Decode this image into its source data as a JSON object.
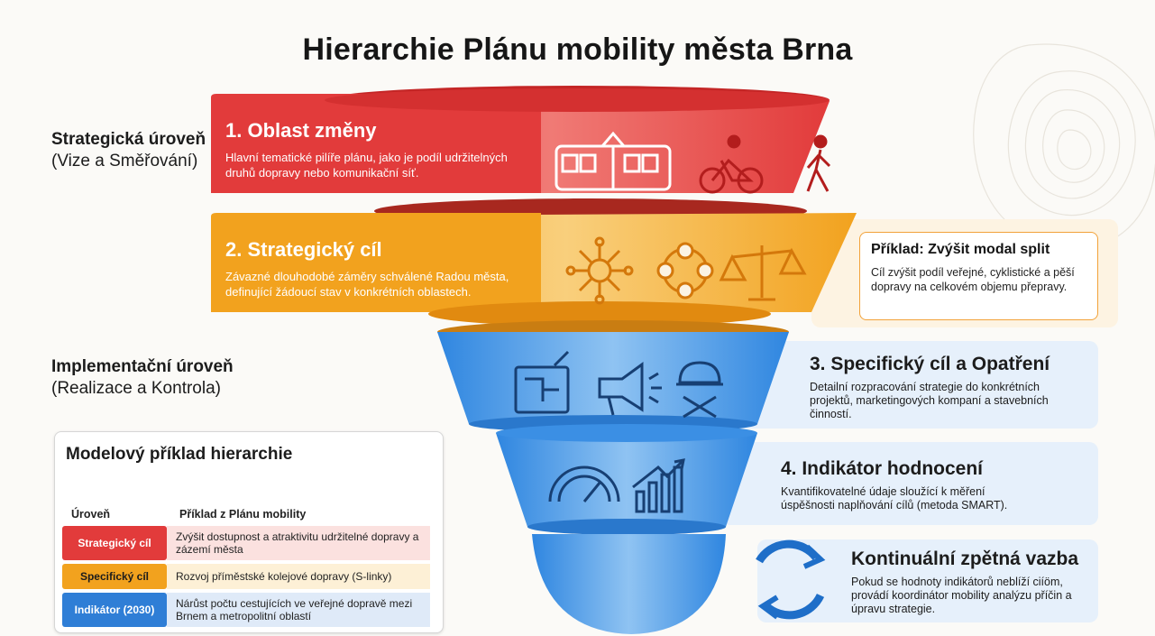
{
  "title": "Hierarchie Plánu mobility města Brna",
  "levels": {
    "strategic": {
      "line1": "Strategická úroveň",
      "line2": "(Vize a Směřování)"
    },
    "implementation": {
      "line1": "Implementační úroveň",
      "line2": "(Realizace a Kontrola)"
    }
  },
  "funnel": {
    "band1": {
      "heading": "1. Oblast změny",
      "text": "Hlavní tematické pilíře plánu, jako je podíl udržitelných druhů dopravy nebo komunikační síť.",
      "color": "#e23b3b",
      "icons": [
        "tram-icon",
        "cyclist-icon",
        "pedestrian-icon"
      ]
    },
    "band2": {
      "heading": "2. Strategický cíl",
      "text": "Závazné dlouhodobé záměry schválené Radou města, definující žádoucí stav v konkrétních oblastech.",
      "color": "#f2a21e",
      "icons": [
        "network-hub-icon",
        "transit-cycle-icon",
        "balance-scale-icon"
      ]
    },
    "band3": {
      "heading": "3. Specifický cíl a Opatření",
      "text": "Detailní rozpracování strategie do konkrétních projektů, marketingových kompaní a stavebních činností.",
      "color": "#2f86e0",
      "icons": [
        "blueprint-icon",
        "megaphone-icon",
        "construction-helmet-icon"
      ]
    },
    "band4": {
      "heading": "4. Indikátor hodnocení",
      "text": "Kvantifikovatelné údaje sloužící k měření úspěšnosti naplňování cílů (metoda SMART).",
      "color": "#2f86e0",
      "icons": [
        "gauge-icon",
        "growth-chart-icon"
      ]
    },
    "feedback": {
      "heading": "Kontinuální zpětná vazba",
      "text": "Pokud se hodnoty indikátorů neblíží ciíöm, provádí koordinátor mobility analýzu příčin a úpravu strategie.",
      "icons": [
        "refresh-cycle-icon"
      ]
    }
  },
  "example": {
    "heading": "Příklad: Zvýšit modal split",
    "text": "Cíl zvýšit podíl veřejné, cyklistické a pěší dopravy na celkovém objemu přepravy."
  },
  "model": {
    "title": "Modelový příklad hierarchie",
    "col1": "Úroveň",
    "col2": "Příklad z Plánu mobility",
    "rows": [
      {
        "level": "Strategický cíl",
        "text": "Zvýšit dostupnost a atraktivitu udržitelné dopravy a zázemí města",
        "tag_color": "#e23b3b",
        "bg": "#fbe1df",
        "tag_text_color": "#ffffff"
      },
      {
        "level": "Specifický cíl",
        "text": "Rozvoj příměstské kolejové dopravy (S-linky)",
        "tag_color": "#f2a21e",
        "bg": "#fdf0d6",
        "tag_text_color": "#1c1c1c"
      },
      {
        "level": "Indikátor (2030)",
        "text": "Nárůst počtu cestujících ve veřejné dopravě mezi Brnem a metropolitní oblastí",
        "tag_color": "#2f7ed6",
        "bg": "#dfeaf8",
        "tag_text_color": "#ffffff"
      }
    ]
  }
}
